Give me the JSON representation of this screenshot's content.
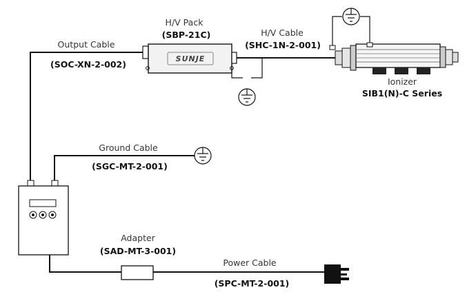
{
  "hv_pack": {
    "label": "H/V Pack",
    "code": "(SBP-21C)",
    "brand": "SUNJE"
  },
  "hv_cable": {
    "label": "H/V Cable",
    "code": "(SHC-1N-2-001)"
  },
  "ionizer": {
    "label": "Ionizer",
    "code": "SIB1(N)-C Series"
  },
  "output_cable": {
    "label": "Output Cable",
    "code": "(SOC-XN-2-002)"
  },
  "ground_cable": {
    "label": "Ground Cable",
    "code": "(SGC-MT-2-001)"
  },
  "adapter": {
    "label": "Adapter",
    "code": "(SAD-MT-3-001)"
  },
  "power_cable": {
    "label": "Power Cable",
    "code": "(SPC-MT-2-001)"
  }
}
